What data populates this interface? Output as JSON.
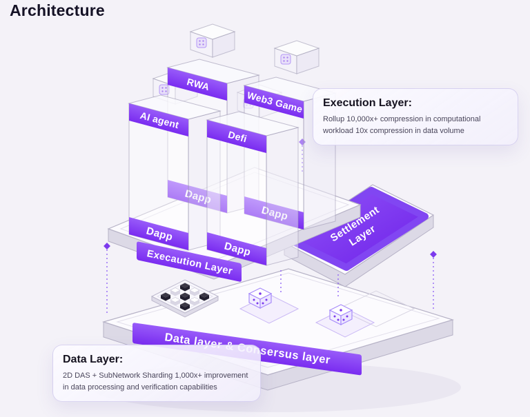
{
  "page": {
    "title": "Architecture",
    "background": "#f4f2f8"
  },
  "diagram": {
    "top_boxes": {
      "rwa": "RWA",
      "web3_game": "Web3 Game",
      "ai_agent": "AI agent",
      "defi": "Defi"
    },
    "dapp_labels": [
      "Dapp",
      "Dapp",
      "Dapp",
      "Dapp"
    ],
    "execution_banner": "Execaution Layer",
    "settlement": {
      "line1": "Settlement",
      "line2": "Layer"
    },
    "data_banner": "Data layer & Consersus layer"
  },
  "callouts": {
    "execution": {
      "title": "Execution Layer:",
      "body": "Rollup 10,000x+ compression in computational workload 10x compression in data volume"
    },
    "data": {
      "title": "Data Layer:",
      "body": "2D DAS + SubNetwork Sharding 1,000x+ improvement in data processing and verification capabilities"
    }
  },
  "icons": {
    "ghost_cube": "app-cube-icon",
    "dice_cube": "dotted-cube-icon",
    "keypad": "validator-keypad-icon"
  },
  "colors": {
    "accent": "#7c3aed",
    "accent_light": "#a78bfa",
    "ink": "#151226",
    "background": "#f4f2f8"
  }
}
